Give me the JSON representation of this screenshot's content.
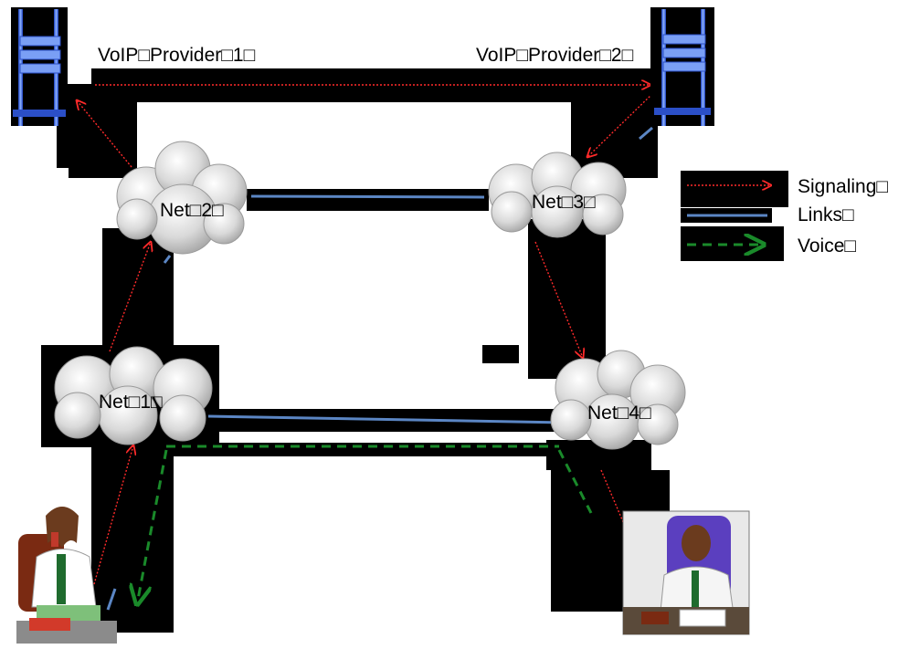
{
  "nodes": {
    "provider1": {
      "label": "VoIP□Provider□1□",
      "icon": "server-icon"
    },
    "provider2": {
      "label": "VoIP□Provider□2□",
      "icon": "server-icon"
    },
    "net1": {
      "label": "Net□1□",
      "icon": "cloud-icon"
    },
    "net2": {
      "label": "Net□2□",
      "icon": "cloud-icon"
    },
    "net3": {
      "label": "Net□3□",
      "icon": "cloud-icon"
    },
    "net4": {
      "label": "Net□4□",
      "icon": "cloud-icon"
    },
    "caller": {
      "icon": "woman-on-phone-icon"
    },
    "callee": {
      "icon": "man-on-phone-icon"
    }
  },
  "legend": {
    "signaling": {
      "label": "Signaling□",
      "color": "#ff2a2a"
    },
    "links": {
      "label": "Links□",
      "color": "#5b86c4"
    },
    "voice": {
      "label": "Voice□",
      "color": "#1a8a2a"
    }
  }
}
